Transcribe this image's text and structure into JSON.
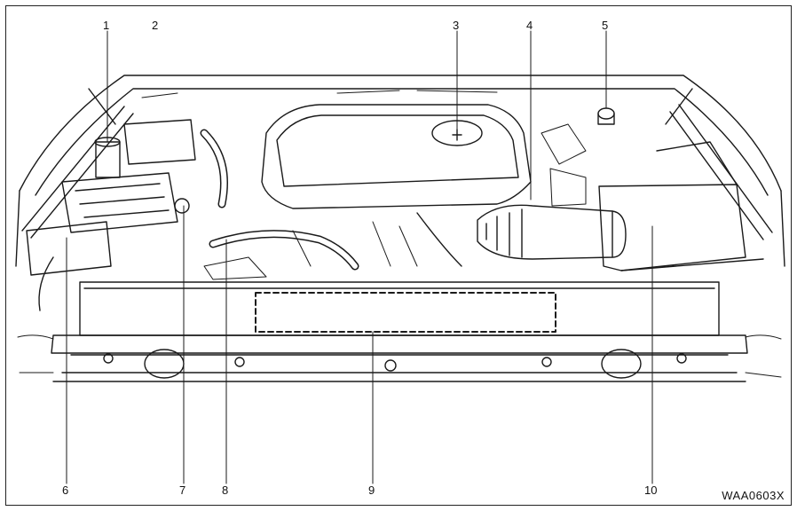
{
  "callouts": [
    {
      "id": "1",
      "label": "1"
    },
    {
      "id": "2",
      "label": "2"
    },
    {
      "id": "3",
      "label": "3"
    },
    {
      "id": "4",
      "label": "4"
    },
    {
      "id": "5",
      "label": "5"
    },
    {
      "id": "6",
      "label": "6"
    },
    {
      "id": "7",
      "label": "7"
    },
    {
      "id": "8",
      "label": "8"
    },
    {
      "id": "9",
      "label": "9"
    },
    {
      "id": "10",
      "label": "10"
    }
  ],
  "figure_code": "WAA0603X",
  "colors": {
    "line": "#1a1a1a",
    "background": "#ffffff"
  }
}
